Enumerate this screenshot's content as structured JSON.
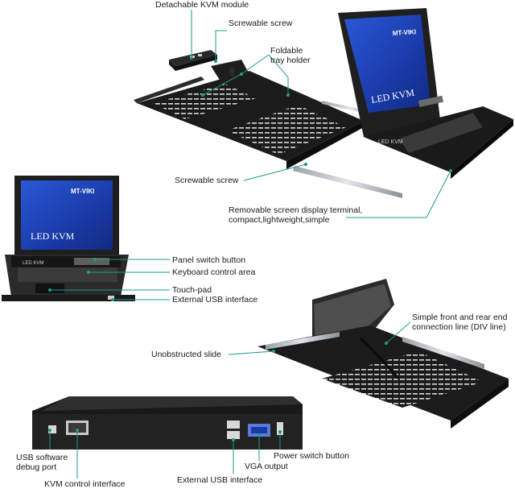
{
  "labels": {
    "detachable_kvm_module": "Detachable KVM module",
    "screwable_screw_top": "Screwable screw",
    "foldable_tray_holder_1": "Foldable",
    "foldable_tray_holder_2": "tray holder",
    "screwable_screw_mid": "Screwable screw",
    "removable_screen_1": "Removable screen display terminal,",
    "removable_screen_2": "compact,lightweight,simple",
    "panel_switch_button": "Panel switch button",
    "keyboard_control_area": "Keyboard control area",
    "touch_pad": "Touch-pad",
    "external_usb_interface": "External USB interface",
    "simple_front_rear_1": "Simple front and rear end",
    "simple_front_rear_2": "connection line (DIV line)",
    "unobstructed_slide": "Unobstructed slide",
    "usb_software_debug_1": "USB software",
    "usb_software_debug_2": "debug port",
    "kvm_control_interface": "KVM control interface",
    "external_usb_interface_bottom": "External USB interface",
    "vga_output": "VGA output",
    "power_switch_button": "Power switch button"
  },
  "screen": {
    "brand": "MT-VIKI",
    "title": "LED KVM",
    "bezel_text": "LED KVM"
  },
  "colors": {
    "accent_line": "#1e9a8a",
    "device_body": "#1c1c1c",
    "screen_blue": "#1d3fb0"
  }
}
